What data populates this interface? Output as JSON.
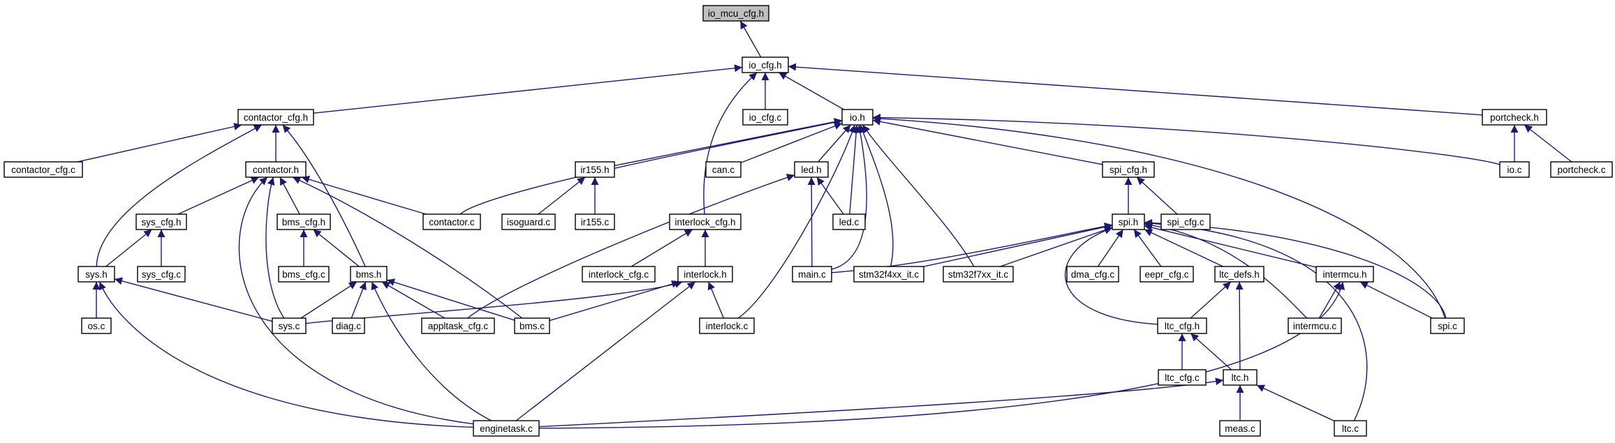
{
  "graph": {
    "edge_color": "#191970",
    "root_fill": "#bfbfbf",
    "nodes": [
      {
        "id": "io_mcu_cfg_h",
        "label": "io_mcu_cfg.h"
      },
      {
        "id": "io_cfg_h",
        "label": "io_cfg.h"
      },
      {
        "id": "contactor_cfg_h",
        "label": "contactor_cfg.h"
      },
      {
        "id": "io_cfg_c",
        "label": "io_cfg.c"
      },
      {
        "id": "io_h",
        "label": "io.h"
      },
      {
        "id": "portcheck_h",
        "label": "portcheck.h"
      },
      {
        "id": "contactor_cfg_c",
        "label": "contactor_cfg.c"
      },
      {
        "id": "contactor_h",
        "label": "contactor.h"
      },
      {
        "id": "ir155_h",
        "label": "ir155.h"
      },
      {
        "id": "can_c",
        "label": "can.c"
      },
      {
        "id": "led_h",
        "label": "led.h"
      },
      {
        "id": "spi_cfg_h",
        "label": "spi_cfg.h"
      },
      {
        "id": "io_c",
        "label": "io.c"
      },
      {
        "id": "portcheck_c",
        "label": "portcheck.c"
      },
      {
        "id": "sys_cfg_h",
        "label": "sys_cfg.h"
      },
      {
        "id": "bms_cfg_h",
        "label": "bms_cfg.h"
      },
      {
        "id": "contactor_c",
        "label": "contactor.c"
      },
      {
        "id": "isoguard_c",
        "label": "isoguard.c"
      },
      {
        "id": "ir155_c",
        "label": "ir155.c"
      },
      {
        "id": "interlock_cfg_h",
        "label": "interlock_cfg.h"
      },
      {
        "id": "led_c",
        "label": "led.c"
      },
      {
        "id": "spi_h",
        "label": "spi.h"
      },
      {
        "id": "spi_cfg_c",
        "label": "spi_cfg.c"
      },
      {
        "id": "sys_h",
        "label": "sys.h"
      },
      {
        "id": "sys_cfg_c",
        "label": "sys_cfg.c"
      },
      {
        "id": "bms_cfg_c",
        "label": "bms_cfg.c"
      },
      {
        "id": "bms_h",
        "label": "bms.h"
      },
      {
        "id": "interlock_cfg_c",
        "label": "interlock_cfg.c"
      },
      {
        "id": "interlock_h",
        "label": "interlock.h"
      },
      {
        "id": "main_c",
        "label": "main.c"
      },
      {
        "id": "stm32f4xx_it_c",
        "label": "stm32f4xx_it.c"
      },
      {
        "id": "stm32f7xx_it_c",
        "label": "stm32f7xx_it.c"
      },
      {
        "id": "dma_cfg_c",
        "label": "dma_cfg.c"
      },
      {
        "id": "eepr_cfg_c",
        "label": "eepr_cfg.c"
      },
      {
        "id": "ltc_defs_h",
        "label": "ltc_defs.h"
      },
      {
        "id": "intermcu_h",
        "label": "intermcu.h"
      },
      {
        "id": "os_c",
        "label": "os.c"
      },
      {
        "id": "sys_c",
        "label": "sys.c"
      },
      {
        "id": "diag_c",
        "label": "diag.c"
      },
      {
        "id": "appltask_cfg_c",
        "label": "appltask_cfg.c"
      },
      {
        "id": "bms_c",
        "label": "bms.c"
      },
      {
        "id": "interlock_c",
        "label": "interlock.c"
      },
      {
        "id": "ltc_cfg_h",
        "label": "ltc_cfg.h"
      },
      {
        "id": "intermcu_c",
        "label": "intermcu.c"
      },
      {
        "id": "spi_c",
        "label": "spi.c"
      },
      {
        "id": "ltc_cfg_c",
        "label": "ltc_cfg.c"
      },
      {
        "id": "ltc_h",
        "label": "ltc.h"
      },
      {
        "id": "enginetask_c",
        "label": "enginetask.c"
      },
      {
        "id": "meas_c",
        "label": "meas.c"
      },
      {
        "id": "ltc_c",
        "label": "ltc.c"
      }
    ],
    "edges": [
      [
        "io_cfg_h",
        "io_mcu_cfg_h"
      ],
      [
        "contactor_cfg_h",
        "io_cfg_h"
      ],
      [
        "io_cfg_c",
        "io_cfg_h"
      ],
      [
        "io_h",
        "io_cfg_h"
      ],
      [
        "portcheck_h",
        "io_cfg_h"
      ],
      [
        "interlock_cfg_h",
        "io_cfg_h"
      ],
      [
        "contactor_cfg_c",
        "contactor_cfg_h"
      ],
      [
        "contactor_h",
        "contactor_cfg_h"
      ],
      [
        "sys_h",
        "contactor_cfg_h"
      ],
      [
        "bms_h",
        "contactor_cfg_h"
      ],
      [
        "ir155_h",
        "io_h"
      ],
      [
        "can_c",
        "io_h"
      ],
      [
        "led_h",
        "io_h"
      ],
      [
        "spi_cfg_h",
        "io_h"
      ],
      [
        "io_c",
        "io_h"
      ],
      [
        "contactor_c",
        "io_h"
      ],
      [
        "led_c",
        "io_h"
      ],
      [
        "main_c",
        "io_h"
      ],
      [
        "stm32f4xx_it_c",
        "io_h"
      ],
      [
        "stm32f7xx_it_c",
        "io_h"
      ],
      [
        "interlock_c",
        "io_h"
      ],
      [
        "spi_c",
        "io_h"
      ],
      [
        "io_c",
        "portcheck_h"
      ],
      [
        "portcheck_c",
        "portcheck_h"
      ],
      [
        "sys_cfg_h",
        "contactor_h"
      ],
      [
        "bms_cfg_h",
        "contactor_h"
      ],
      [
        "contactor_c",
        "contactor_h"
      ],
      [
        "sys_c",
        "contactor_h"
      ],
      [
        "bms_c",
        "contactor_h"
      ],
      [
        "enginetask_c",
        "contactor_h"
      ],
      [
        "isoguard_c",
        "ir155_h"
      ],
      [
        "ir155_c",
        "ir155_h"
      ],
      [
        "led_c",
        "led_h"
      ],
      [
        "main_c",
        "led_h"
      ],
      [
        "appltask_cfg_c",
        "led_h"
      ],
      [
        "spi_h",
        "spi_cfg_h"
      ],
      [
        "spi_cfg_c",
        "spi_cfg_h"
      ],
      [
        "sys_h",
        "sys_cfg_h"
      ],
      [
        "sys_cfg_c",
        "sys_cfg_h"
      ],
      [
        "bms_cfg_c",
        "bms_cfg_h"
      ],
      [
        "bms_h",
        "bms_cfg_h"
      ],
      [
        "interlock_cfg_c",
        "interlock_cfg_h"
      ],
      [
        "interlock_h",
        "interlock_cfg_h"
      ],
      [
        "main_c",
        "spi_h"
      ],
      [
        "stm32f4xx_it_c",
        "spi_h"
      ],
      [
        "stm32f7xx_it_c",
        "spi_h"
      ],
      [
        "dma_cfg_c",
        "spi_h"
      ],
      [
        "eepr_cfg_c",
        "spi_h"
      ],
      [
        "ltc_defs_h",
        "spi_h"
      ],
      [
        "intermcu_h",
        "spi_h"
      ],
      [
        "ltc_cfg_h",
        "spi_h"
      ],
      [
        "intermcu_c",
        "spi_h"
      ],
      [
        "spi_c",
        "spi_h"
      ],
      [
        "ltc_c",
        "spi_h"
      ],
      [
        "os_c",
        "sys_h"
      ],
      [
        "sys_c",
        "sys_h"
      ],
      [
        "enginetask_c",
        "sys_h"
      ],
      [
        "sys_c",
        "bms_h"
      ],
      [
        "diag_c",
        "bms_h"
      ],
      [
        "appltask_cfg_c",
        "bms_h"
      ],
      [
        "bms_c",
        "bms_h"
      ],
      [
        "enginetask_c",
        "bms_h"
      ],
      [
        "sys_c",
        "interlock_h"
      ],
      [
        "bms_c",
        "interlock_h"
      ],
      [
        "interlock_c",
        "interlock_h"
      ],
      [
        "enginetask_c",
        "interlock_h"
      ],
      [
        "ltc_cfg_h",
        "ltc_defs_h"
      ],
      [
        "ltc_h",
        "ltc_defs_h"
      ],
      [
        "intermcu_c",
        "intermcu_h"
      ],
      [
        "spi_c",
        "intermcu_h"
      ],
      [
        "enginetask_c",
        "intermcu_h"
      ],
      [
        "ltc_cfg_c",
        "ltc_cfg_h"
      ],
      [
        "ltc_h",
        "ltc_cfg_h"
      ],
      [
        "enginetask_c",
        "ltc_h"
      ],
      [
        "meas_c",
        "ltc_h"
      ],
      [
        "ltc_c",
        "ltc_h"
      ]
    ]
  }
}
